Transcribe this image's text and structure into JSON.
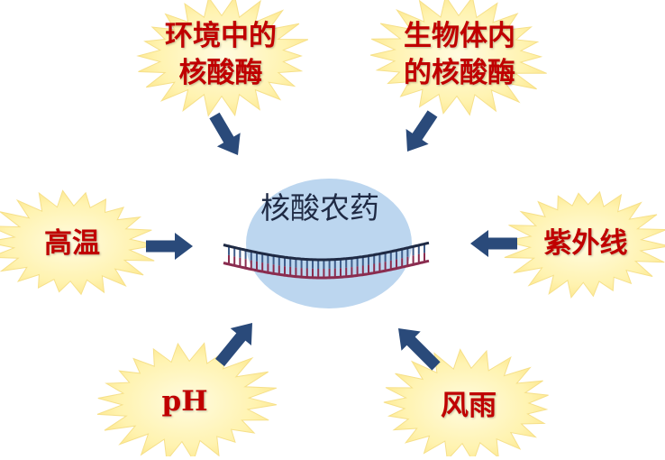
{
  "center": {
    "label": "核酸农药"
  },
  "factors": {
    "env_nuclease": {
      "line1": "环境中的",
      "line2": "核酸酶"
    },
    "body_nuclease": {
      "line1": "生物体内",
      "line2": "的核酸酶"
    },
    "high_temp": {
      "label": "高温"
    },
    "uv": {
      "label": "紫外线"
    },
    "ph": {
      "label": "pH"
    },
    "wind_rain": {
      "label": "风雨"
    }
  },
  "colors": {
    "label_text": "#c00000",
    "burst_fill": "#fff3b0",
    "arrow_fill": "#2a4a7a",
    "ellipse_fill": "#bcd6ef",
    "helix_backbone": "#1f2a44",
    "helix_top_strand": "#3f5d8a",
    "helix_bottom_strand": "#8a2c4f"
  },
  "icons": {
    "burst": "starburst-shape",
    "arrow": "block-arrow",
    "molecule": "nucleic-acid-double-strand"
  }
}
